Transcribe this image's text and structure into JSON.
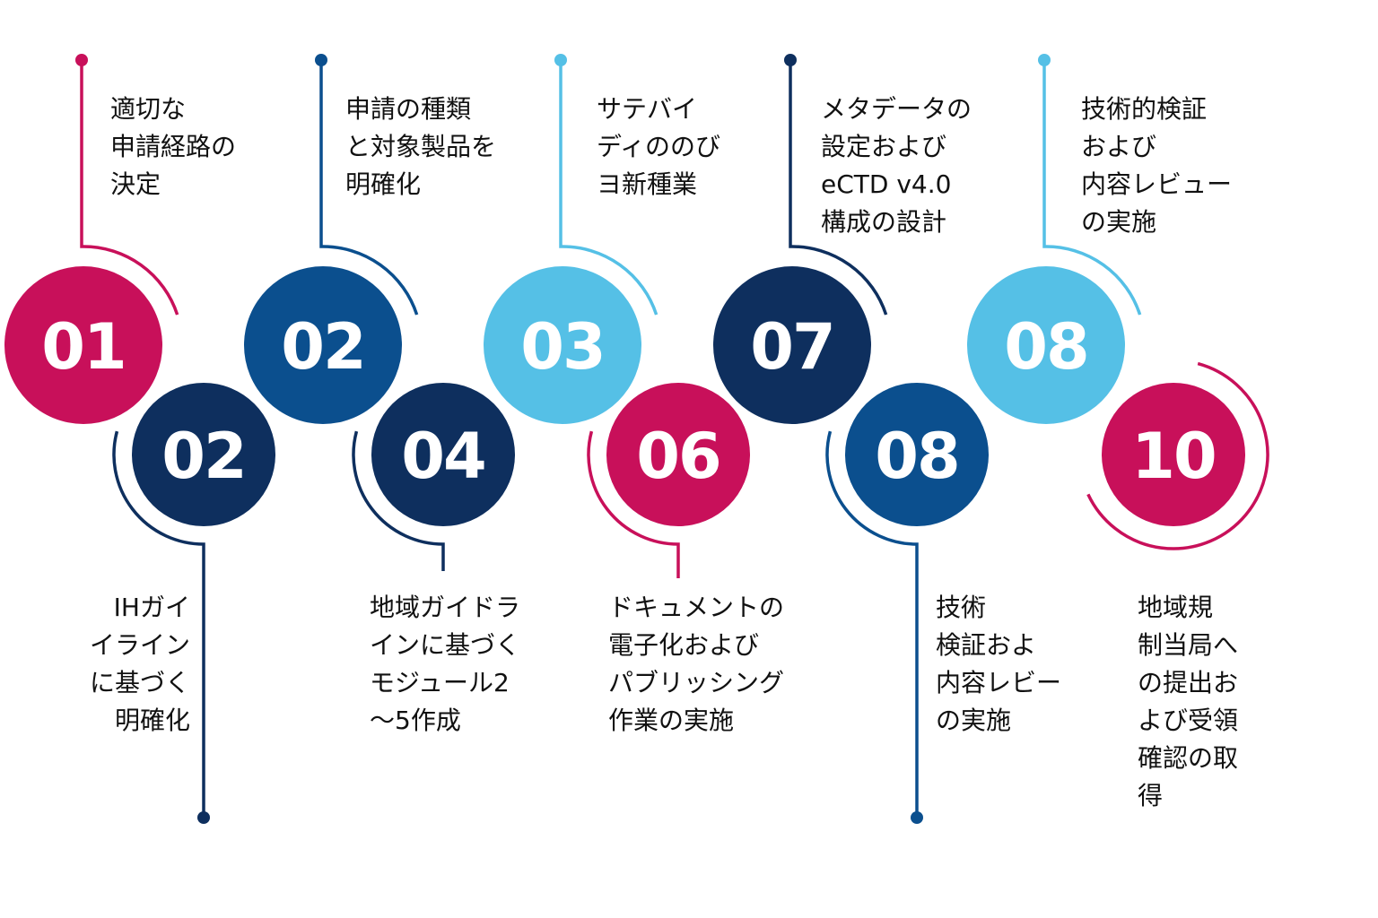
{
  "colors": {
    "magenta": "#C8105A",
    "mid_blue": "#0B4F8E",
    "navy": "#0E2F5E",
    "light_blue": "#55C0E6"
  },
  "steps_top": [
    {
      "number": "01",
      "color": "magenta",
      "lines": [
        "適切な",
        "申請経路の",
        "決定"
      ]
    },
    {
      "number": "02",
      "color": "mid_blue",
      "lines": [
        "申請の種類",
        "と対象製品を",
        "明確化"
      ]
    },
    {
      "number": "03",
      "color": "light_blue",
      "lines": [
        "サテバイ",
        "ディののび",
        "ヨ新種業"
      ]
    },
    {
      "number": "07",
      "color": "navy",
      "lines": [
        "メタデータの",
        "設定および",
        "eCTD v4.0",
        "構成の設計"
      ]
    },
    {
      "number": "08",
      "color": "light_blue",
      "lines": [
        "技術的検証",
        "および",
        "内容レビュー",
        "の実施"
      ]
    }
  ],
  "steps_bottom": [
    {
      "number": "02",
      "color": "navy",
      "lines": [
        "IHガイ",
        "イライン",
        "に基づく",
        "明確化"
      ]
    },
    {
      "number": "04",
      "color": "navy",
      "lines": [
        "地域ガイドラ",
        "インに基づく",
        "モジュール2",
        "～5作成"
      ]
    },
    {
      "number": "06",
      "color": "magenta",
      "lines": [
        "ドキュメントの",
        "電子化および",
        "パブリッシング",
        "作業の実施"
      ]
    },
    {
      "number": "08",
      "color": "mid_blue",
      "lines": [
        "技術",
        "検証およ",
        "内容レビー",
        "の実施"
      ]
    },
    {
      "number": "10",
      "color": "magenta",
      "lines": [
        "地域規",
        "制当局へ",
        "の提出お",
        "よび受領",
        "確認の取",
        "得"
      ]
    }
  ]
}
